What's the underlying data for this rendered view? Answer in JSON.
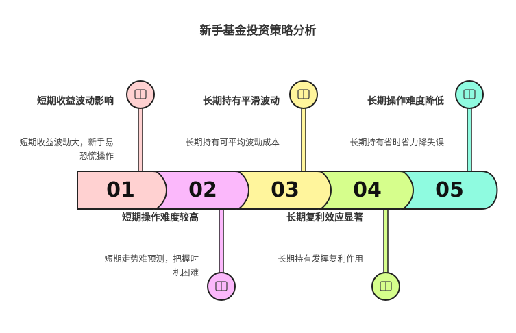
{
  "title": "新手基金投资策略分析",
  "steps": [
    {
      "num": "01",
      "title": "短期收益波动影响",
      "desc": "短期收益波动大，新手易恐慌操作",
      "color": "#FFD1D1",
      "icon": "radio-tower-icon"
    },
    {
      "num": "02",
      "title": "短期操作难度较高",
      "desc": "短期走势难预测，把握时机困难",
      "color": "#FBB8FB",
      "icon": "worker-icon"
    },
    {
      "num": "03",
      "title": "长期持有平滑波动",
      "desc": "长期持有可平均波动成本",
      "color": "#FFF59C",
      "icon": "scale-icon"
    },
    {
      "num": "04",
      "title": "长期复利效应显著",
      "desc": "长期持有发挥复利作用",
      "color": "#D6FE8C",
      "icon": "growth-target-icon"
    },
    {
      "num": "05",
      "title": "长期操作难度降低",
      "desc": "长期持有省时省力降失误",
      "color": "#8FFBE0",
      "icon": "desk-icon"
    }
  ]
}
